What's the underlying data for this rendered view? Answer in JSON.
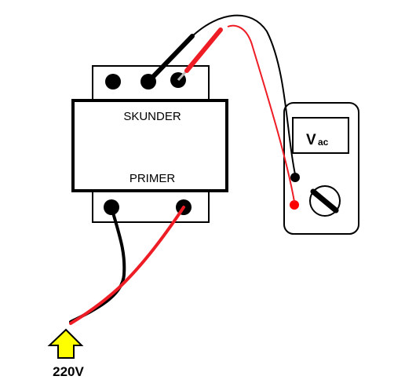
{
  "transformer": {
    "secondary_label": "SKUNDER",
    "primary_label": "PRIMER"
  },
  "multimeter": {
    "display_main": "V",
    "display_sub": "ac"
  },
  "input": {
    "voltage_label": "220V"
  },
  "colors": {
    "wire_red": "#ee1c24",
    "wire_black": "#000000",
    "arrow_fill": "#ffff00",
    "probe_red": "#ff0000",
    "outline": "#000000",
    "background": "#ffffff"
  },
  "icons": {
    "input_arrow": "up-arrow-icon",
    "selector_knob": "rotary-knob-icon"
  }
}
